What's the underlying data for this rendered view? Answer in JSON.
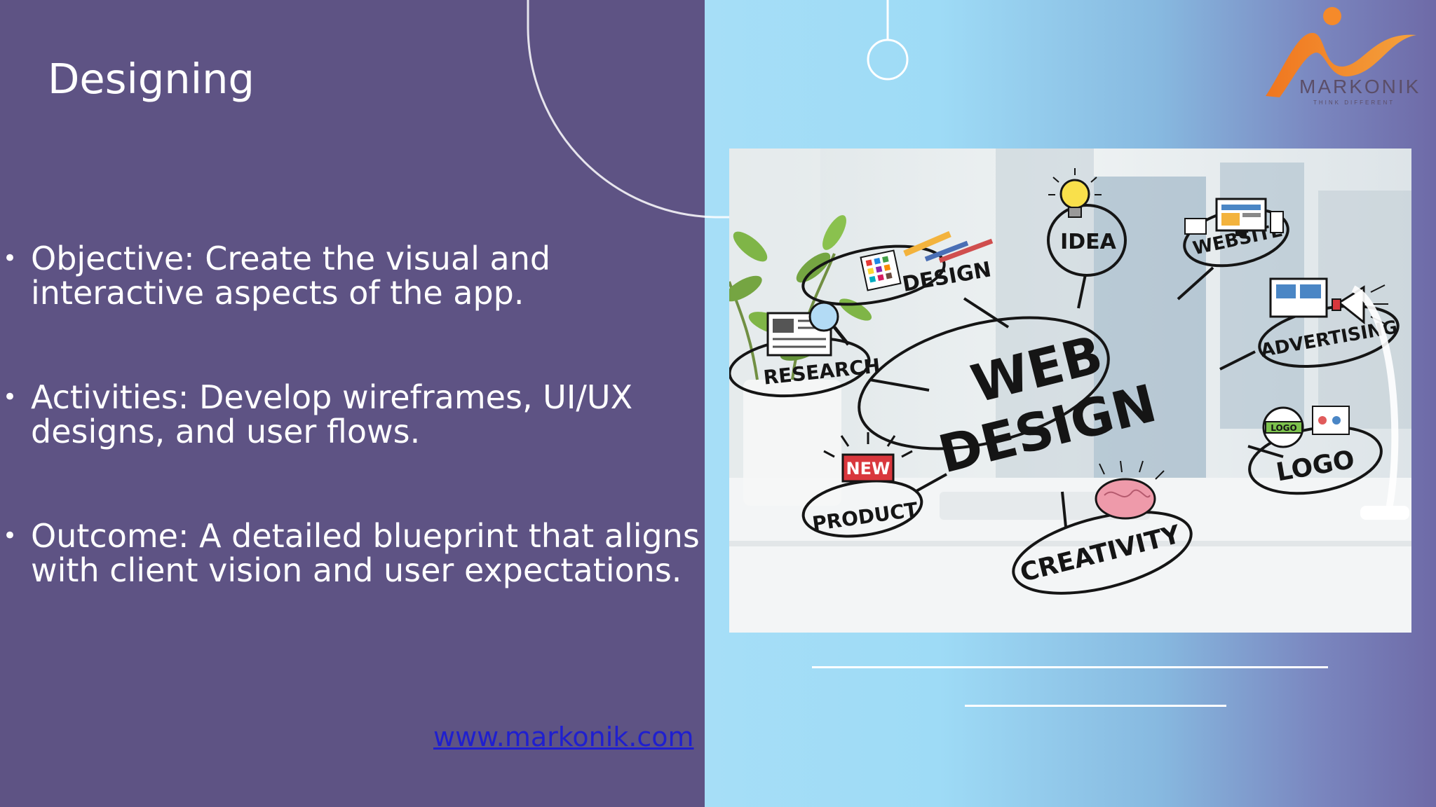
{
  "slide": {
    "title": "Designing",
    "bullets": [
      {
        "text": "Objective: Create the visual and interactive aspects of the app."
      },
      {
        "text": "Activities: Develop wireframes, UI/UX designs, and user flows."
      },
      {
        "text": "Outcome: A detailed blueprint that aligns with client vision and user expectations."
      }
    ],
    "bullet_glyph": "•",
    "website_link": "www.markonik.com"
  },
  "logo": {
    "name": "MARKONIK",
    "tagline": "THINK DIFFERENT",
    "colors": [
      "#f58a2a",
      "#e8571f",
      "#5b4e68"
    ]
  },
  "illustration": {
    "center_label_line1": "WEB",
    "center_label_line2": "DESIGN",
    "labels": {
      "idea": "IDEA",
      "design": "DESIGN",
      "website": "WEBSITE",
      "research": "RESEARCH",
      "advertising": "ADVERTISING",
      "new": "NEW",
      "product": "PRODUCT",
      "logo": "LOGO",
      "logo_badge": "LOGO",
      "creativity": "CREATIVITY"
    }
  },
  "colors": {
    "left_background": "#5e5384",
    "right_gradient_start": "#a6def7",
    "right_gradient_end": "#6e6aa7",
    "text": "#ffffff",
    "link": "#1f1fcf"
  }
}
